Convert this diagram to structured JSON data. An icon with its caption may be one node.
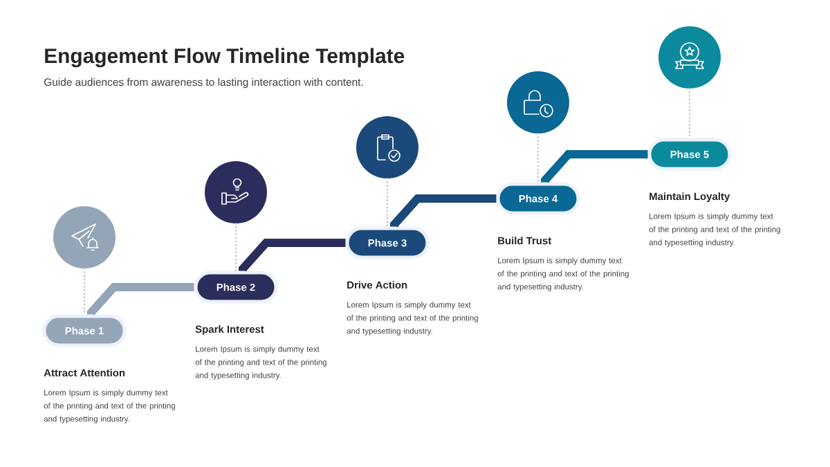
{
  "diagram": {
    "title": "Engagement Flow Timeline Template",
    "nodes": [
      {
        "text": [],
        "shape": "circle"
      },
      {
        "text": [
          "Phase 1"
        ],
        "beside": [
          "Attract Attention",
          "Lorem Ipsum is simply dummy text of the printing and text of the printing and typesetting industry."
        ]
      },
      {
        "text": [],
        "shape": "circle"
      },
      {
        "text": [
          "Phase 2"
        ],
        "beside": [
          "Spark Interest",
          "Lorem Ipsum is simply dummy text of the printing and text of the printing and typesetting industry."
        ]
      },
      {
        "text": [],
        "shape": "circle"
      },
      {
        "text": [
          "Phase 3"
        ],
        "beside": [
          "Drive Action",
          "Lorem Ipsum is simply dummy text of the printing and text of the printing and typesetting industry."
        ]
      },
      {
        "text": [],
        "shape": "circle"
      },
      {
        "text": [
          "Phase 4"
        ],
        "beside": [
          "Build Trust",
          "Lorem Ipsum is simply dummy text of the printing and text of the printing and typesetting industry."
        ]
      },
      {
        "text": [],
        "shape": "circle"
      },
      {
        "text": [
          "Phase 5"
        ],
        "beside": [
          "Maintain Loyalty",
          "Lorem Ipsum is simply dummy text of the printing and text of the printing and typesetting industry."
        ]
      }
    ],
    "edges": [
      {
        "from": 0,
        "to": 1,
        "arrow": "none",
        "style": "dashed"
      },
      {
        "from": 1,
        "to": 3,
        "arrow": "none",
        "style": "thick",
        "color": "#94a5b8"
      },
      {
        "from": 2,
        "to": 3,
        "arrow": "none",
        "style": "dashed"
      },
      {
        "from": 3,
        "to": 5,
        "arrow": "none",
        "style": "thick",
        "color": "#2b2e5c"
      },
      {
        "from": 4,
        "to": 5,
        "arrow": "none",
        "style": "dashed"
      },
      {
        "from": 5,
        "to": 7,
        "arrow": "none",
        "style": "thick",
        "color": "#1b4a7a"
      },
      {
        "from": 6,
        "to": 7,
        "arrow": "none",
        "style": "dashed"
      },
      {
        "from": 7,
        "to": 9,
        "arrow": "none",
        "style": "thick",
        "color": "#0a6894"
      },
      {
        "from": 8,
        "to": 9,
        "arrow": "none",
        "style": "dashed"
      }
    ],
    "labels": [
      "Guide audiences from awareness to lasting interaction with content."
    ]
  }
}
